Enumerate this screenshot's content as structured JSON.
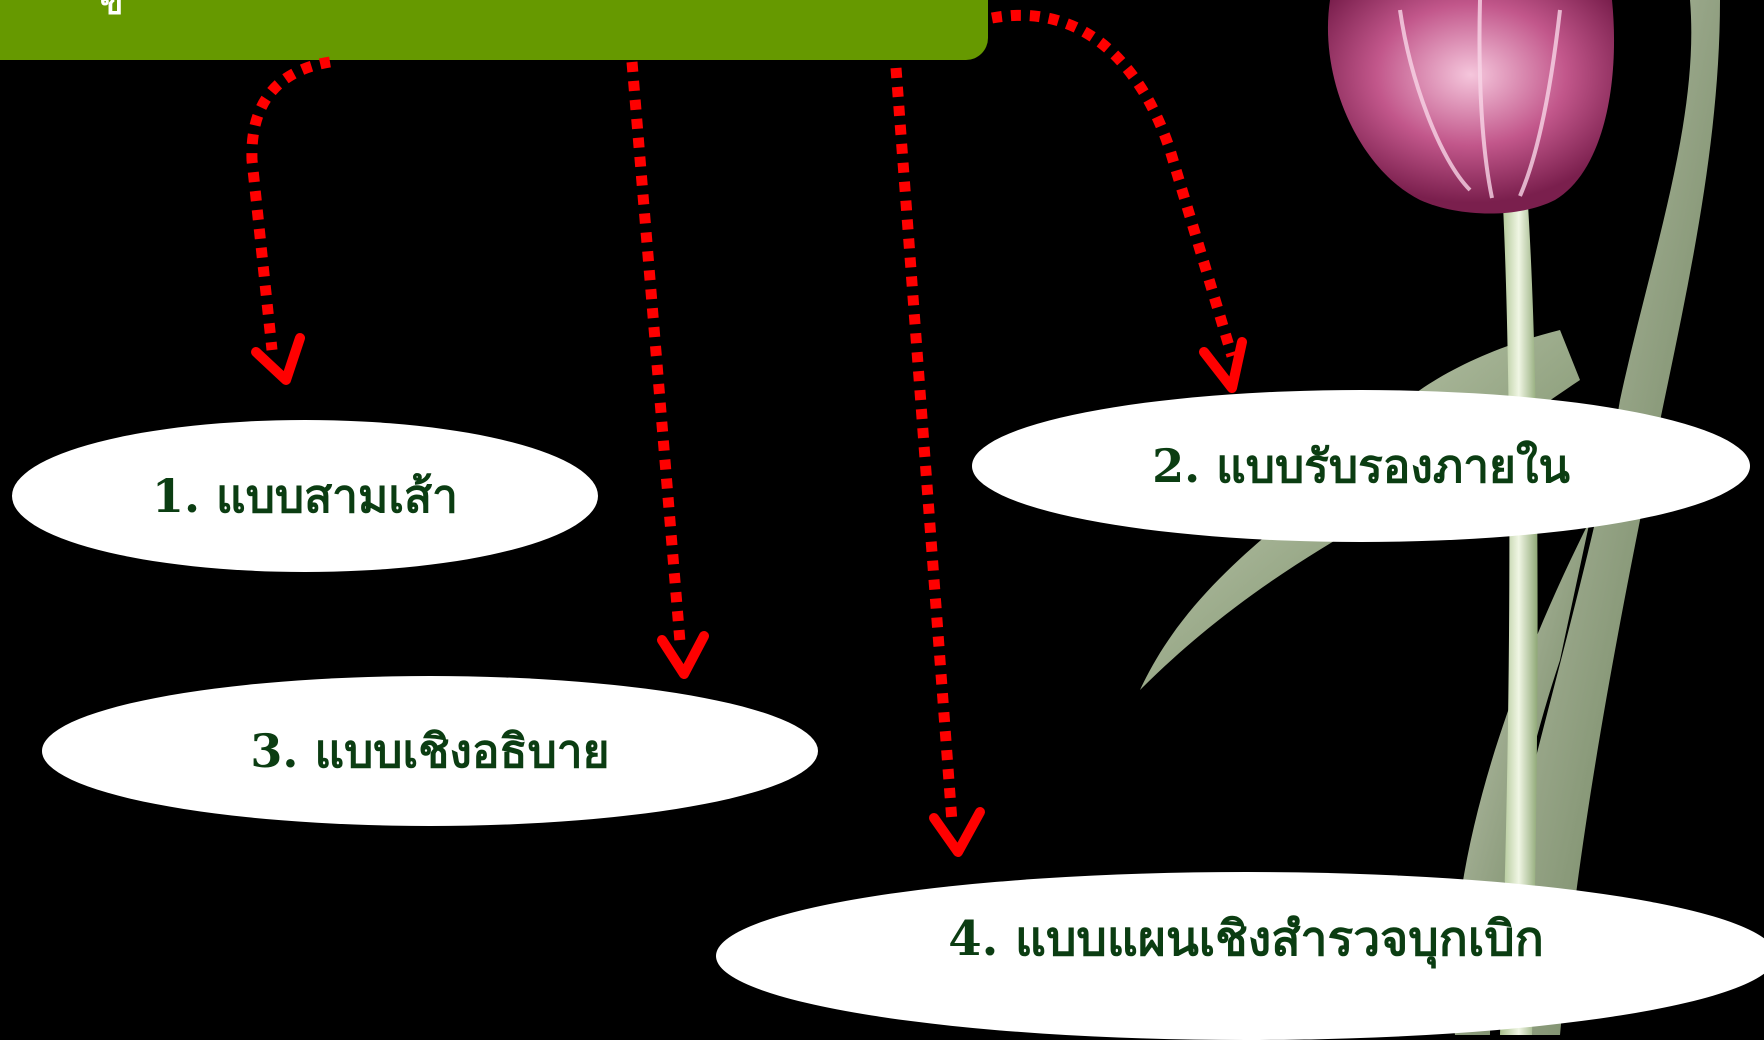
{
  "header": {
    "title_fragment": "ข",
    "bar_color": "#669900"
  },
  "connector_color": "#ff0000",
  "decoration": "tulip-flower-image",
  "items": [
    {
      "label": "1. แบบสามเส้า"
    },
    {
      "label": "2. แบบรับรองภายใน"
    },
    {
      "label": "3. แบบเชิงอธิบาย"
    },
    {
      "label": "4. แบบแผนเชิงสำรวจบุกเบิก"
    }
  ],
  "text_color": "#0b3d12"
}
